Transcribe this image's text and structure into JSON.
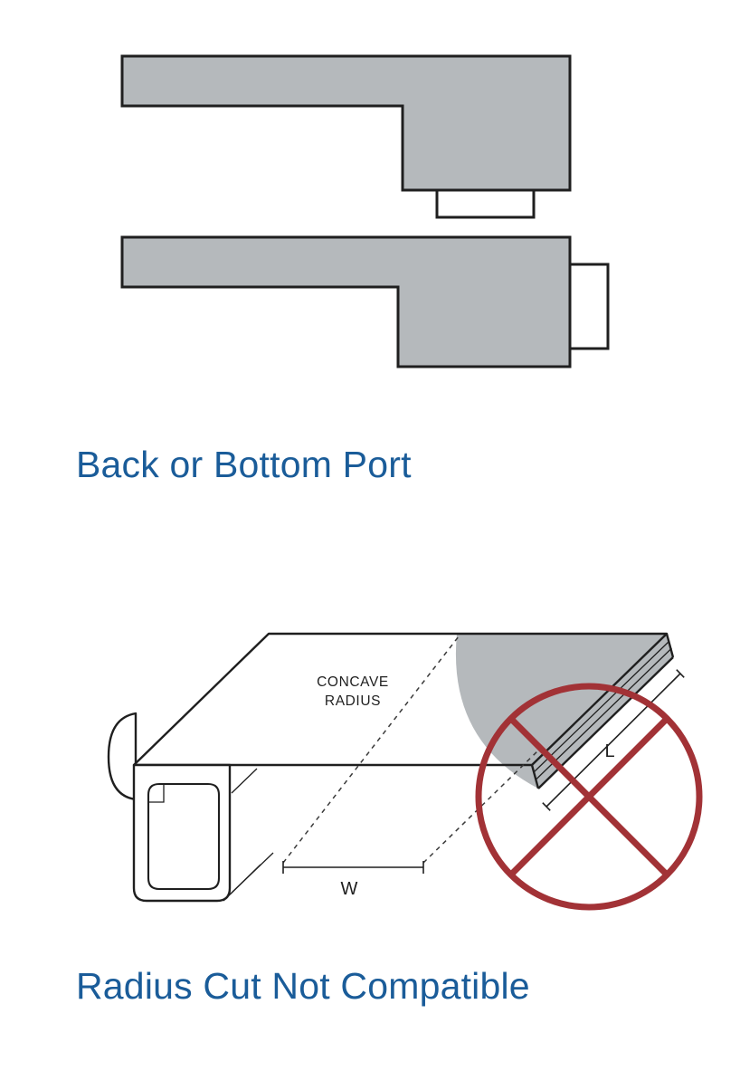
{
  "colors": {
    "accent_blue": "#1a5c99",
    "shape_gray": "#b5b9bc",
    "outline_black": "#1f1f1f",
    "prohibition_red": "#a23236"
  },
  "figures": {
    "ports": {
      "caption": "Back or Bottom Port"
    },
    "radius": {
      "caption": "Radius Cut Not Compatible",
      "labels": {
        "concave_line1": "CONCAVE",
        "concave_line2": "RADIUS",
        "width": "W",
        "length": "L"
      }
    }
  }
}
